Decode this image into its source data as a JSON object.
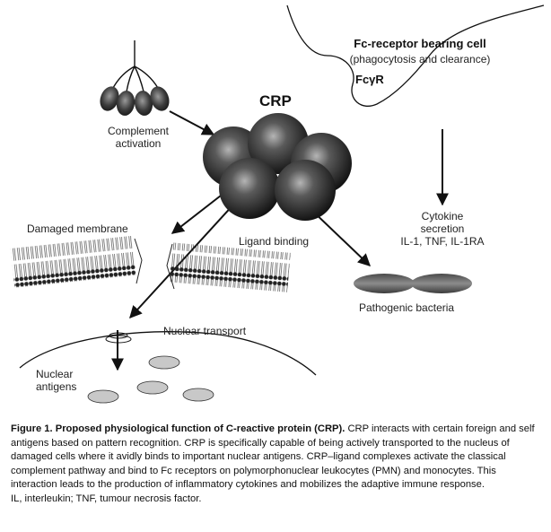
{
  "figure": {
    "crp": "CRP",
    "complement": [
      "Complement",
      "activation"
    ],
    "fc_cell_title": "Fc-receptor bearing cell",
    "fc_cell_sub": "(phagocytosis and clearance)",
    "fcgr": "FcγR",
    "cytokine": [
      "Cytokine",
      "secretion",
      "IL-1, TNF, IL-1RA"
    ],
    "damaged_membrane": "Damaged membrane",
    "ligand_binding": "Ligand binding",
    "pathogenic_bacteria": "Pathogenic bacteria",
    "nuclear_transport": "Nuclear transport",
    "nuclear_antigens": [
      "Nuclear",
      "antigens"
    ]
  },
  "caption": {
    "figure_label": "Figure 1.",
    "heading": "Proposed physiological function of C-reactive protein (CRP).",
    "body": "CRP interacts with certain foreign and self antigens based on pattern recognition. CRP is specifically capable of being actively transported to the nucleus of damaged cells where it avidly binds to important nuclear antigens. CRP–ligand complexes activate the classical complement pathway and bind to Fc receptors on polymorphonuclear leukocytes (PMN) and monocytes. This interaction leads to the production of inflammatory cytokines and mobilizes the adaptive immune response.",
    "abbreviations": "IL, interleukin; TNF, tumour necrosis factor."
  },
  "colors": {
    "ink": "#111111",
    "sphere_dark": "#1a1a1a",
    "sphere_light": "#9a9a9a",
    "antigen_fill": "#c8c8c8"
  }
}
